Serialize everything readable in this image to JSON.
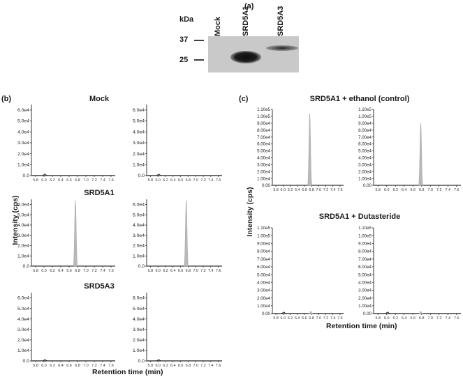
{
  "panels": {
    "a": {
      "label": "(a)",
      "kda_label": "kDa",
      "markers": [
        {
          "value": "37"
        },
        {
          "value": "25"
        }
      ],
      "lanes": [
        "Mock",
        "SRD5A1",
        "SRD5A3"
      ]
    },
    "b": {
      "label": "(b)",
      "groups": [
        "Mock",
        "SRD5A1",
        "SRD5A3"
      ],
      "ylabel": "Intensity (cps)",
      "xlabel": "Retention time (min)"
    },
    "c": {
      "label": "(c)",
      "groups": [
        "SRD5A1 + ethanol (control)",
        "SRD5A1 + Dutasteride"
      ],
      "ylabel": "Intensity (cps)",
      "xlabel": "Retention time (min)"
    }
  },
  "chart_data": [
    {
      "type": "area",
      "panel": "b",
      "group": "Mock",
      "replicate": 1,
      "x": [
        5.8,
        6.0,
        6.2,
        6.4,
        6.6,
        6.8,
        7.0,
        7.2,
        7.4,
        7.6
      ],
      "xlim": [
        5.7,
        7.7
      ],
      "ylim": [
        0,
        65000
      ],
      "y_ticks": [
        "0.0",
        "1.0e4",
        "2.0e4",
        "3.0e4",
        "4.0e4",
        "5.0e4",
        "6.0e4"
      ],
      "x_ticks": [
        "5.8",
        "6.0",
        "6.2",
        "6.4",
        "6.6",
        "6.8",
        "7.0",
        "7.2",
        "7.4",
        "7.6"
      ],
      "peaks": [
        {
          "rt": 6.02,
          "height": 1500,
          "style": "outline"
        }
      ]
    },
    {
      "type": "area",
      "panel": "b",
      "group": "Mock",
      "replicate": 2,
      "x": [
        5.8,
        6.0,
        6.2,
        6.4,
        6.6,
        6.8,
        7.0,
        7.2,
        7.4,
        7.6
      ],
      "xlim": [
        5.7,
        7.7
      ],
      "ylim": [
        0,
        65000
      ],
      "y_ticks": [
        "0.0",
        "1.0e4",
        "2.0e4",
        "3.0e4",
        "4.0e4",
        "5.0e4",
        "6.0e4"
      ],
      "x_ticks": [
        "5.8",
        "6.0",
        "6.2",
        "6.4",
        "6.6",
        "6.8",
        "7.0",
        "7.2",
        "7.4",
        "7.6"
      ],
      "peaks": [
        {
          "rt": 6.02,
          "height": 1400,
          "style": "outline"
        }
      ]
    },
    {
      "type": "area",
      "panel": "b",
      "group": "SRD5A1",
      "replicate": 1,
      "x": [
        5.8,
        6.0,
        6.2,
        6.4,
        6.6,
        6.8,
        7.0,
        7.2,
        7.4,
        7.6
      ],
      "xlim": [
        5.7,
        7.7
      ],
      "ylim": [
        0,
        65000
      ],
      "y_ticks": [
        "0.0",
        "1.0e4",
        "2.0e4",
        "3.0e4",
        "4.0e4",
        "5.0e4",
        "6.0e4"
      ],
      "x_ticks": [
        "5.8",
        "6.0",
        "6.2",
        "6.4",
        "6.6",
        "6.8",
        "7.0",
        "7.2",
        "7.4",
        "7.6"
      ],
      "peaks": [
        {
          "rt": 6.75,
          "height": 64000,
          "style": "filled"
        }
      ]
    },
    {
      "type": "area",
      "panel": "b",
      "group": "SRD5A1",
      "replicate": 2,
      "x": [
        5.8,
        6.0,
        6.2,
        6.4,
        6.6,
        6.8,
        7.0,
        7.2,
        7.4,
        7.6
      ],
      "xlim": [
        5.7,
        7.7
      ],
      "ylim": [
        0,
        65000
      ],
      "y_ticks": [
        "0.0",
        "1.0e4",
        "2.0e4",
        "3.0e4",
        "4.0e4",
        "5.0e4",
        "6.0e4"
      ],
      "x_ticks": [
        "5.8",
        "6.0",
        "6.2",
        "6.4",
        "6.6",
        "6.8",
        "7.0",
        "7.2",
        "7.4",
        "7.6"
      ],
      "peaks": [
        {
          "rt": 6.75,
          "height": 64000,
          "style": "filled"
        }
      ]
    },
    {
      "type": "area",
      "panel": "b",
      "group": "SRD5A3",
      "replicate": 1,
      "x": [
        5.8,
        6.0,
        6.2,
        6.4,
        6.6,
        6.8,
        7.0,
        7.2,
        7.4,
        7.6
      ],
      "xlim": [
        5.7,
        7.7
      ],
      "ylim": [
        0,
        65000
      ],
      "y_ticks": [
        "0.0",
        "1.0e4",
        "2.0e4",
        "3.0e4",
        "4.0e4",
        "5.0e4",
        "6.0e4"
      ],
      "x_ticks": [
        "5.8",
        "6.0",
        "6.2",
        "6.4",
        "6.6",
        "6.8",
        "7.0",
        "7.2",
        "7.4",
        "7.6"
      ],
      "peaks": [
        {
          "rt": 6.02,
          "height": 1500,
          "style": "outline"
        }
      ]
    },
    {
      "type": "area",
      "panel": "b",
      "group": "SRD5A3",
      "replicate": 2,
      "x": [
        5.8,
        6.0,
        6.2,
        6.4,
        6.6,
        6.8,
        7.0,
        7.2,
        7.4,
        7.6
      ],
      "xlim": [
        5.7,
        7.7
      ],
      "ylim": [
        0,
        65000
      ],
      "y_ticks": [
        "0.0",
        "1.0e4",
        "2.0e4",
        "3.0e4",
        "4.0e4",
        "5.0e4",
        "6.0e4"
      ],
      "x_ticks": [
        "5.8",
        "6.0",
        "6.2",
        "6.4",
        "6.6",
        "6.8",
        "7.0",
        "7.2",
        "7.4",
        "7.6"
      ],
      "peaks": [
        {
          "rt": 6.02,
          "height": 1500,
          "style": "outline"
        }
      ]
    },
    {
      "type": "area",
      "panel": "c",
      "group": "SRD5A1 + ethanol (control)",
      "replicate": 1,
      "x": [
        5.8,
        6.0,
        6.2,
        6.4,
        6.6,
        6.8,
        7.0,
        7.2,
        7.4,
        7.6
      ],
      "xlim": [
        5.7,
        7.7
      ],
      "ylim": [
        0,
        110000
      ],
      "y_ticks": [
        "0.00",
        "1.00e4",
        "2.00e4",
        "3.00e4",
        "4.00e4",
        "5.00e4",
        "6.00e4",
        "7.00e4",
        "8.00e4",
        "9.00e4",
        "1.00e5",
        "1.10e5"
      ],
      "x_ticks": [
        "5.8",
        "6.0",
        "6.2",
        "6.4",
        "6.6",
        "6.8",
        "7.0",
        "7.2",
        "7.4",
        "7.6"
      ],
      "peaks": [
        {
          "rt": 6.75,
          "height": 104000,
          "style": "filled"
        }
      ]
    },
    {
      "type": "area",
      "panel": "c",
      "group": "SRD5A1 + ethanol (control)",
      "replicate": 2,
      "x": [
        5.8,
        6.0,
        6.2,
        6.4,
        6.6,
        6.8,
        7.0,
        7.2,
        7.4,
        7.6
      ],
      "xlim": [
        5.7,
        7.7
      ],
      "ylim": [
        0,
        110000
      ],
      "y_ticks": [
        "0.00",
        "1.00e4",
        "2.00e4",
        "3.00e4",
        "4.00e4",
        "5.00e4",
        "6.00e4",
        "7.00e4",
        "8.00e4",
        "9.00e4",
        "1.00e5",
        "1.10e5"
      ],
      "x_ticks": [
        "5.8",
        "6.0",
        "6.2",
        "6.4",
        "6.6",
        "6.8",
        "7.0",
        "7.2",
        "7.4",
        "7.6"
      ],
      "peaks": [
        {
          "rt": 6.78,
          "height": 90000,
          "style": "filled"
        }
      ]
    },
    {
      "type": "area",
      "panel": "c",
      "group": "SRD5A1 + Dutasteride",
      "replicate": 1,
      "x": [
        5.8,
        6.0,
        6.2,
        6.4,
        6.6,
        6.8,
        7.0,
        7.2,
        7.4,
        7.6
      ],
      "xlim": [
        5.7,
        7.7
      ],
      "ylim": [
        0,
        110000
      ],
      "y_ticks": [
        "0.00",
        "1.00e4",
        "2.00e4",
        "3.00e4",
        "4.00e4",
        "5.00e4",
        "6.00e4",
        "7.00e4",
        "8.00e4",
        "9.00e4",
        "1.00e5",
        "1.10e5"
      ],
      "x_ticks": [
        "5.8",
        "6.0",
        "6.2",
        "6.4",
        "6.6",
        "6.8",
        "7.0",
        "7.2",
        "7.4",
        "7.6"
      ],
      "peaks": [
        {
          "rt": 6.02,
          "height": 2000,
          "style": "outline"
        },
        {
          "rt": 6.78,
          "height": 3500,
          "style": "filled"
        }
      ]
    },
    {
      "type": "area",
      "panel": "c",
      "group": "SRD5A1 + Dutasteride",
      "replicate": 2,
      "x": [
        5.8,
        6.0,
        6.2,
        6.4,
        6.6,
        6.8,
        7.0,
        7.2,
        7.4,
        7.6
      ],
      "xlim": [
        5.7,
        7.7
      ],
      "ylim": [
        0,
        110000
      ],
      "y_ticks": [
        "0.00",
        "1.00e4",
        "2.00e4",
        "3.00e4",
        "4.00e4",
        "5.00e4",
        "6.00e4",
        "7.00e4",
        "8.00e4",
        "9.00e4",
        "1.00e5",
        "1.10e5"
      ],
      "x_ticks": [
        "5.8",
        "6.0",
        "6.2",
        "6.4",
        "6.6",
        "6.8",
        "7.0",
        "7.2",
        "7.4",
        "7.6"
      ],
      "peaks": [
        {
          "rt": 6.02,
          "height": 2000,
          "style": "outline"
        },
        {
          "rt": 6.78,
          "height": 3500,
          "style": "filled"
        }
      ]
    }
  ]
}
